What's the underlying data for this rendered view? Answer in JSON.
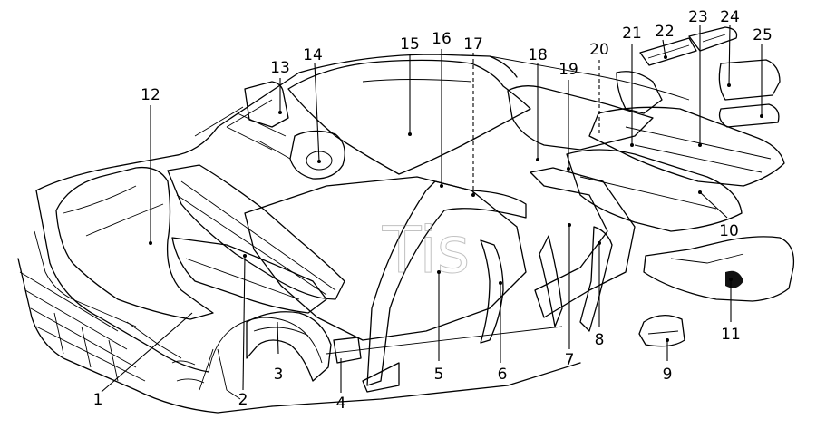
{
  "callouts": [
    {
      "id": "1",
      "text": "1"
    },
    {
      "id": "2",
      "text": "2"
    },
    {
      "id": "3",
      "text": "3"
    },
    {
      "id": "4",
      "text": "4"
    },
    {
      "id": "5",
      "text": "5"
    },
    {
      "id": "6",
      "text": "6"
    },
    {
      "id": "7",
      "text": "7"
    },
    {
      "id": "8",
      "text": "8"
    },
    {
      "id": "9",
      "text": "9"
    },
    {
      "id": "10",
      "text": "10"
    },
    {
      "id": "11",
      "text": "11"
    },
    {
      "id": "12",
      "text": "12"
    },
    {
      "id": "13",
      "text": "13"
    },
    {
      "id": "14",
      "text": "14"
    },
    {
      "id": "15",
      "text": "15"
    },
    {
      "id": "16",
      "text": "16"
    },
    {
      "id": "17",
      "text": "17"
    },
    {
      "id": "18",
      "text": "18"
    },
    {
      "id": "19",
      "text": "19"
    },
    {
      "id": "20",
      "text": "20"
    },
    {
      "id": "21",
      "text": "21"
    },
    {
      "id": "22",
      "text": "22"
    },
    {
      "id": "23",
      "text": "23"
    },
    {
      "id": "24",
      "text": "24"
    },
    {
      "id": "25",
      "text": "25"
    }
  ],
  "watermark": "Tis"
}
